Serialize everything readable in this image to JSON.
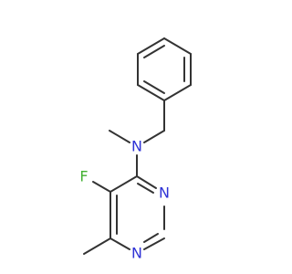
{
  "molecule": {
    "atoms": {
      "amine_n": {
        "label": "N",
        "element": "N"
      },
      "fluorine": {
        "label": "F",
        "element": "F"
      },
      "ring_n3": {
        "label": "N",
        "element": "N"
      },
      "ring_n1": {
        "label": "N",
        "element": "N"
      }
    },
    "colors": {
      "bond": "#333333",
      "N": "#2f33d6",
      "F": "#43b033"
    }
  }
}
